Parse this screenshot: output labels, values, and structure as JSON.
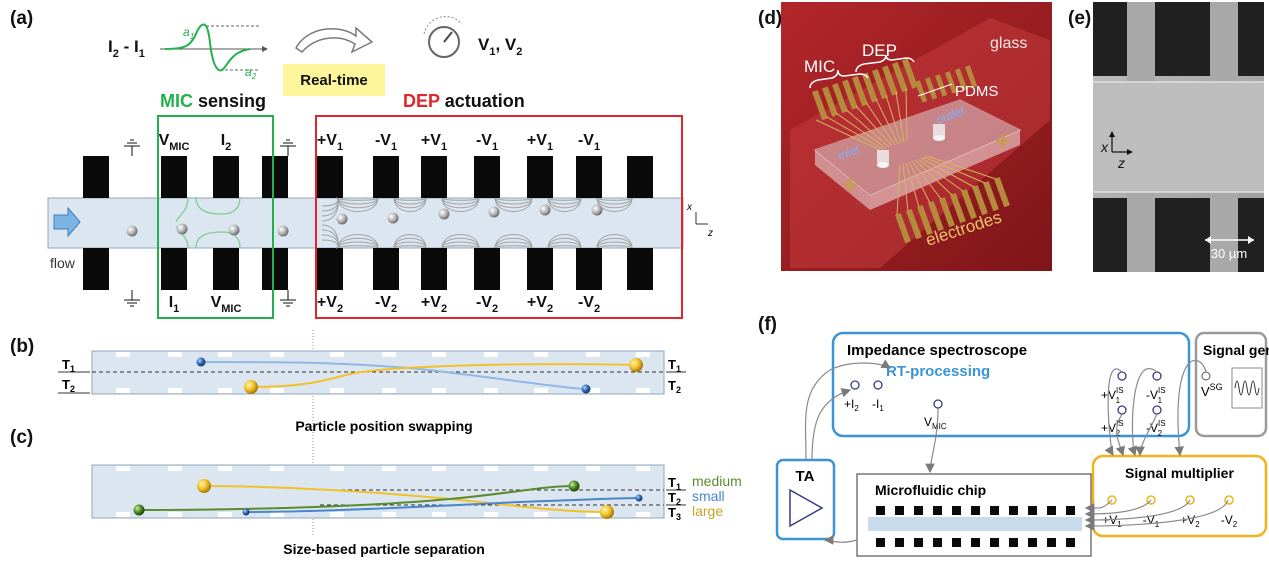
{
  "panels": {
    "a": "(a)",
    "b": "(b)",
    "c": "(c)",
    "d": "(d)",
    "e": "(e)",
    "f": "(f)"
  },
  "panel_a": {
    "signal_main": "I",
    "signal_sub1": "2",
    "signal_mid": " - I",
    "signal_sub2": "1",
    "a1_label": "a",
    "a1_sub": "1",
    "a2_label": "a",
    "a2_sub": "2",
    "realtime_label": "Real-time",
    "knob_label": "V",
    "knob_sub1": "1",
    "knob_sep": ", V",
    "knob_sub2": "2",
    "mic_word": "MIC",
    "mic_rest": " sensing",
    "dep_word": "DEP",
    "dep_rest": " actuation",
    "flow_label": "flow",
    "axis_x": "x",
    "axis_z": "z",
    "top_electrodes": [
      {
        "sign": "V",
        "sub": "MIC"
      },
      {
        "sign": "I",
        "sub": "2"
      },
      {
        "sign": "+V",
        "sub": "1"
      },
      {
        "sign": "-V",
        "sub": "1"
      },
      {
        "sign": "+V",
        "sub": "1"
      },
      {
        "sign": "-V",
        "sub": "1"
      },
      {
        "sign": "+V",
        "sub": "1"
      },
      {
        "sign": "-V",
        "sub": "1"
      }
    ],
    "bottom_electrodes": [
      {
        "sign": "I",
        "sub": "1"
      },
      {
        "sign": "V",
        "sub": "MIC"
      },
      {
        "sign": "+V",
        "sub": "2"
      },
      {
        "sign": "-V",
        "sub": "2"
      },
      {
        "sign": "+V",
        "sub": "2"
      },
      {
        "sign": "-V",
        "sub": "2"
      },
      {
        "sign": "+V",
        "sub": "2"
      },
      {
        "sign": "-V",
        "sub": "2"
      }
    ]
  },
  "panel_b": {
    "caption": "Particle position swapping",
    "t1": "T",
    "t1_sub": "1",
    "t2": "T",
    "t2_sub": "2"
  },
  "panel_c": {
    "caption": "Size-based particle separation",
    "t1": "T",
    "t1_sub": "1",
    "t2": "T",
    "t2_sub": "2",
    "t3": "T",
    "t3_sub": "3",
    "legend": [
      {
        "label": "medium",
        "color": "#5c8a2e"
      },
      {
        "label": "small",
        "color": "#4a86c8"
      },
      {
        "label": "large",
        "color": "#c9a227"
      }
    ]
  },
  "panel_d": {
    "mic": "MIC",
    "dep": "DEP",
    "glass": "glass",
    "pdms": "PDMS",
    "inlet": "inlet",
    "outlet": "outlet",
    "electrodes": "electrodes"
  },
  "panel_e": {
    "x": "x",
    "z": "z",
    "scale": "30 µm"
  },
  "panel_f": {
    "impedance_title": "Impedance spectroscope",
    "rt_processing": "RT-processing",
    "ports": {
      "plus_i2": "+I",
      "plus_i2_sub": "2",
      "minus_i1": "-I",
      "minus_i1_sub": "1",
      "vmic": "V",
      "vmic_sub": "MIC",
      "pv1is": "+V",
      "pv1is_sub": "1",
      "pv1is_sup": "IS",
      "mv1is": "-V",
      "mv1is_sub": "1",
      "mv1is_sup": "IS",
      "pv2is": "+V",
      "pv2is_sub": "2",
      "pv2is_sup": "IS",
      "mv2is": "-V",
      "mv2is_sub": "2",
      "mv2is_sup": "IS"
    },
    "signal_generator": "Signal generator",
    "vsg": "V",
    "vsg_sup": "SG",
    "ta": "TA",
    "microfluidic_chip": "Microfluidic chip",
    "signal_multiplier": "Signal multiplier",
    "mult_ports": [
      {
        "sign": "+V",
        "sub": "1"
      },
      {
        "sign": "-V",
        "sub": "1"
      },
      {
        "sign": "+V",
        "sub": "2"
      },
      {
        "sign": "-V",
        "sub": "2"
      }
    ]
  },
  "colors": {
    "green": "#22b14c",
    "red": "#e0262b",
    "channel": "#dbe6f0",
    "channel_edge": "#8fa8be",
    "blue_box": "#3a95d5",
    "orange_box": "#f2b318",
    "yellow_badge": "#fff59a"
  }
}
